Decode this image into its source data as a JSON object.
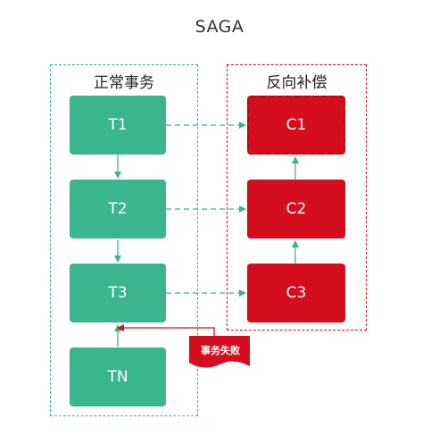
{
  "title": "SAGA",
  "groups": {
    "normal": {
      "label": "正常事务"
    },
    "compensation": {
      "label": "反向补偿"
    }
  },
  "transactions": {
    "t1": "T1",
    "t2": "T2",
    "t3": "T3",
    "tn": "TN"
  },
  "compensations": {
    "c1": "C1",
    "c2": "C2",
    "c3": "C3"
  },
  "failure": {
    "label": "事务失败"
  },
  "colors": {
    "transaction": "#3bb58d",
    "compensation": "#d40d1f",
    "text": "#333333"
  }
}
